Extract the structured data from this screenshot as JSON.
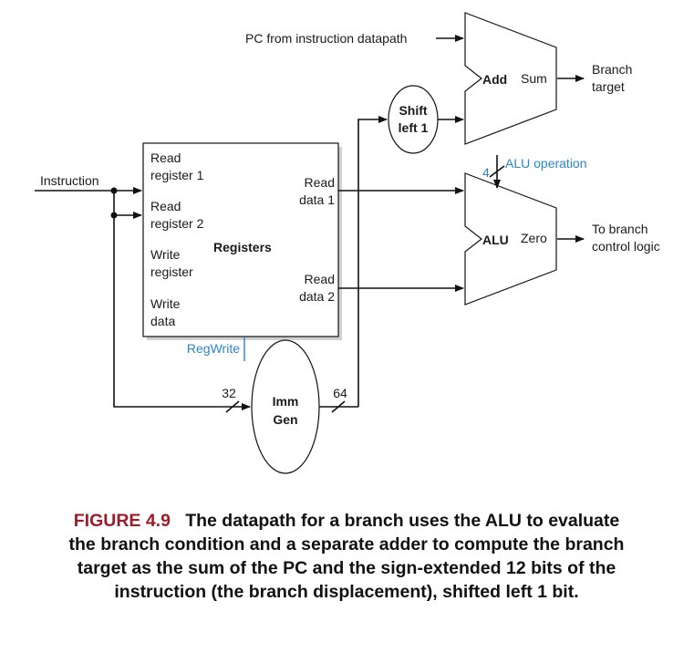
{
  "diagram": {
    "pc_label": "PC from instruction datapath",
    "adder": {
      "name": "Add",
      "output": "Sum"
    },
    "branch_target": [
      "Branch",
      "target"
    ],
    "shift": [
      "Shift",
      "left 1"
    ],
    "alu_operation": "ALU operation",
    "alu_op_width": "4",
    "alu": {
      "name": "ALU",
      "output": "Zero"
    },
    "branch_control": [
      "To branch",
      "control logic"
    ],
    "instruction": "Instruction",
    "registers": {
      "name": "Registers",
      "read_register_1": [
        "Read",
        "register 1"
      ],
      "read_register_2": [
        "Read",
        "register 2"
      ],
      "write_register": [
        "Write",
        "register"
      ],
      "write_data": [
        "Write",
        "data"
      ],
      "read_data_1": [
        "Read",
        "data 1"
      ],
      "read_data_2": [
        "Read",
        "data 2"
      ]
    },
    "regwrite": "RegWrite",
    "imm_gen": [
      "Imm",
      "Gen"
    ],
    "imm_in_width": "32",
    "imm_out_width": "64"
  },
  "caption": {
    "figure_number": "FIGURE 4.9",
    "text": "The datapath for a branch uses the ALU to evaluate the branch condition and a separate adder to compute the branch target as the sum of the PC and the sign-extended 12 bits of the instruction (the branch displacement), shifted left 1 bit."
  }
}
